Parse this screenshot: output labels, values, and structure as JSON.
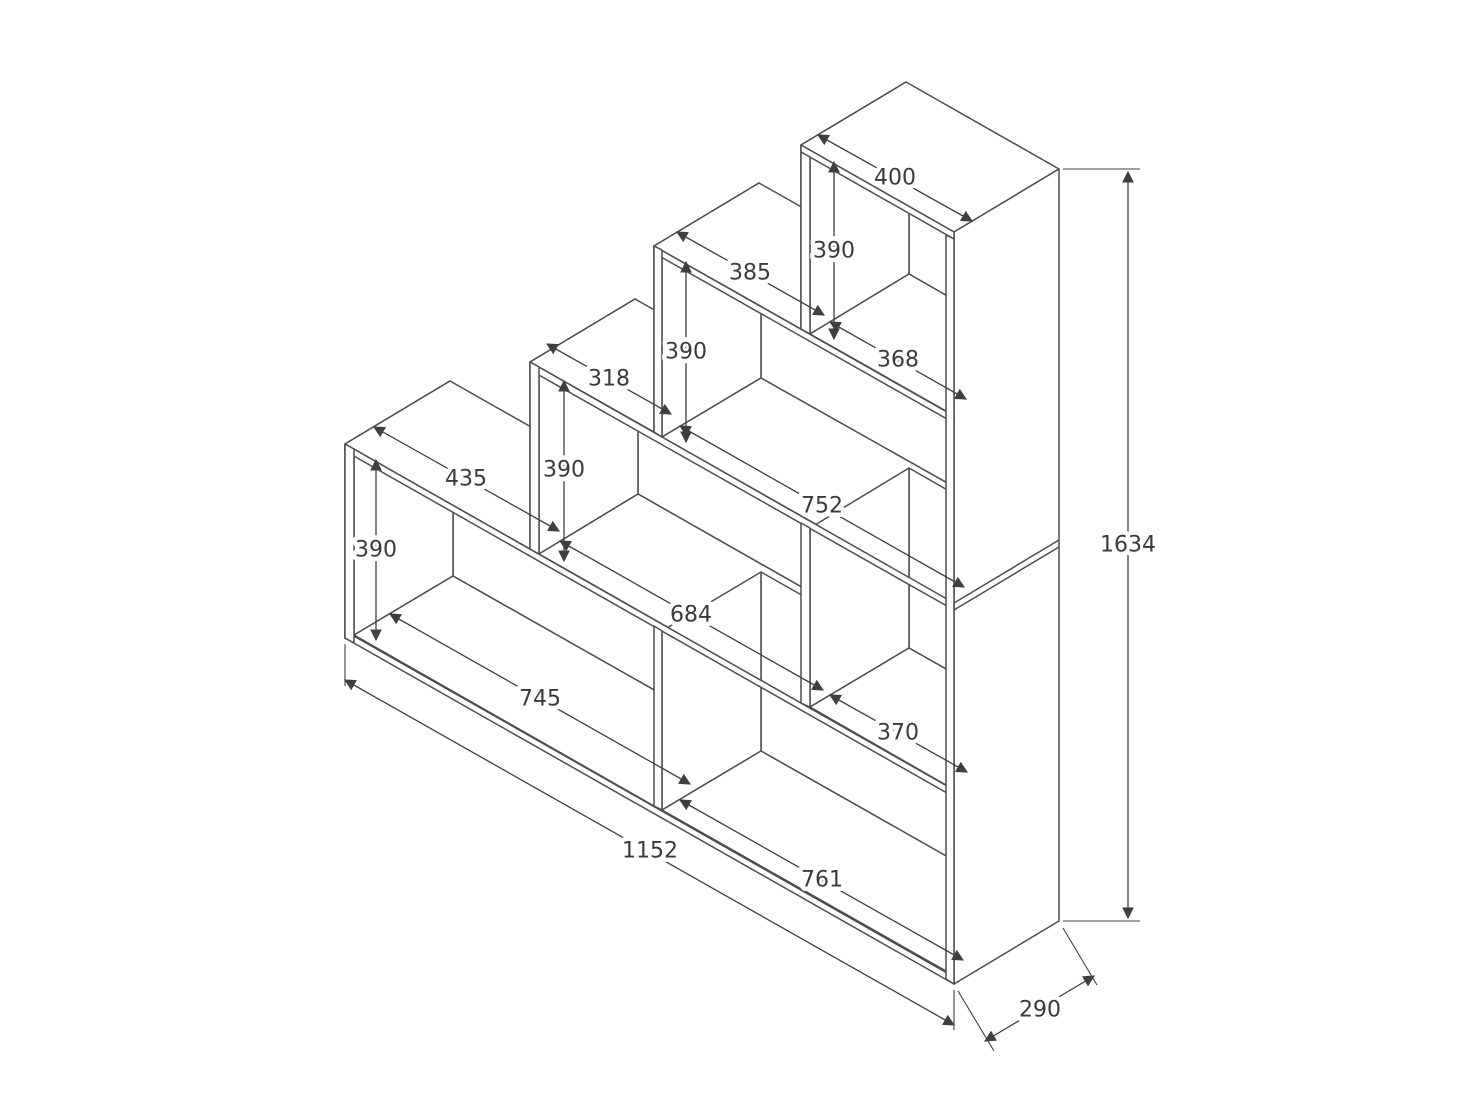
{
  "diagram": {
    "type": "furniture dimension drawing",
    "subject": "4-step staircase shelf room divider",
    "units": "mm",
    "overall": {
      "width": "1152",
      "height": "1634",
      "depth": "290"
    },
    "labels": {
      "step1_top_width": "435",
      "step2_top_width": "318",
      "step3_top_width": "385",
      "step4_top_width": "400",
      "step1_inner_height": "390",
      "step2_inner_height": "390",
      "step3_inner_height": "390",
      "step4_inner_height": "390",
      "top_right_inner_width": "368",
      "wide_shelf_inner_width": "752",
      "mid_left_inner_width": "684",
      "mid_right_inner_width": "370",
      "bottom_left_inner_width": "745",
      "bottom_right_inner_width": "761",
      "total_width": "1152",
      "total_height": "1634",
      "depth": "290"
    },
    "colors": {
      "background": "#ffffff",
      "line": "#4d4d4d",
      "dimension_line": "#3f3f3f",
      "text": "#3a3a3a"
    }
  }
}
